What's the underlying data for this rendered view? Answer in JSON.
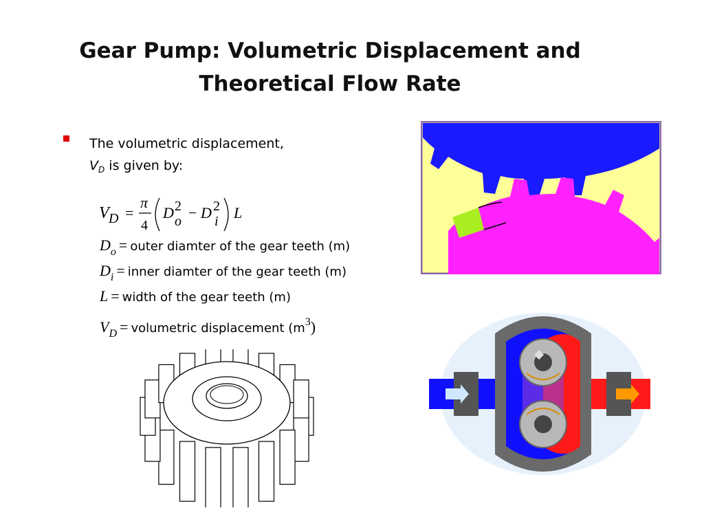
{
  "title": {
    "line1": "Gear Pump: Volumetric Displacement and",
    "line2": "Theoretical Flow Rate"
  },
  "bullet": {
    "line1": "The volumetric displacement,",
    "v_symbol": "V",
    "v_sub": "D",
    "line2_rest": " is given by:"
  },
  "formula": {
    "lhs": "V",
    "lhs_sub": "D",
    "equals": "=",
    "numerator": "π",
    "denominator": "4",
    "d1": "D",
    "d1_sub": "o",
    "d1_sup": "2",
    "minus": "−",
    "d2": "D",
    "d2_sub": "i",
    "d2_sup": "2",
    "tail": "L"
  },
  "definitions": [
    {
      "symbol": "D",
      "sub": "o",
      "text": "outer diamter of the gear teeth (m)"
    },
    {
      "symbol": "D",
      "sub": "i",
      "text": "inner diamter of the gear teeth (m)"
    },
    {
      "symbol": "L",
      "sub": "",
      "text": "width of the gear teeth (m)"
    },
    {
      "symbol": "V",
      "sub": "D",
      "text": "volumetric displacement (m",
      "sup": "3",
      "close": ")"
    }
  ],
  "colors": {
    "bullet": "#e00000",
    "upper_gear": "#1a1aff",
    "lower_gear": "#ff22ff",
    "chamber_bg": "#ffff99",
    "frame": "#8b6aa8",
    "volume_patch": "#aaee22",
    "inlet": "#1010ff",
    "outlet": "#ff1a1a",
    "housing": "#606060"
  },
  "icons": {
    "bullet": "square-bullet-icon",
    "gear_drawing": "spur-gear-icon",
    "mesh_diagram": "gear-mesh-diagram",
    "pump_diagram": "gear-pump-diagram"
  }
}
